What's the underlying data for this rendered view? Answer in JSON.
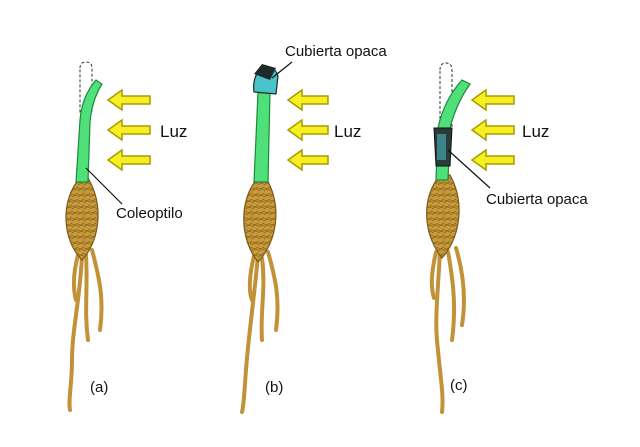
{
  "labels": {
    "light_a": "Luz",
    "light_b": "Luz",
    "light_c": "Luz",
    "coleoptile": "Coleoptilo",
    "cap_b": "Cubierta opaca",
    "cap_c": "Cubierta opaca",
    "panel_a": "(a)",
    "panel_b": "(b)",
    "panel_c": "(c)"
  },
  "colors": {
    "stem": "#4fe07a",
    "stem_outline": "#1c8a3a",
    "seed": "#c89a3a",
    "seed_dark": "#7a5a16",
    "root": "#c29239",
    "arrow_fill": "#f6ef22",
    "arrow_stroke": "#a89c00",
    "cap_blue": "#49c3c9",
    "cap_dark": "#1e2a2a"
  }
}
